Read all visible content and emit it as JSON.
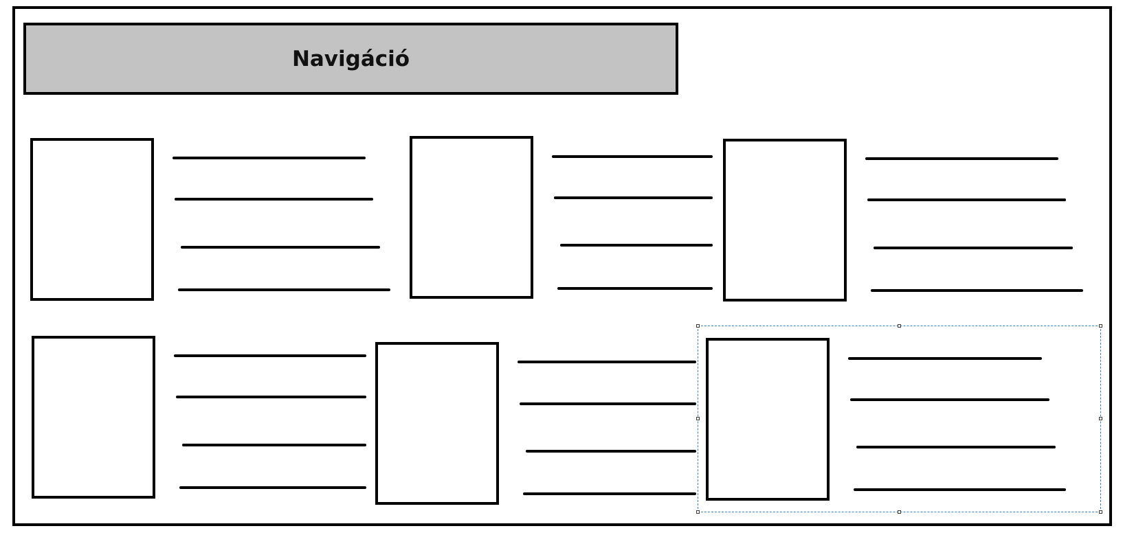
{
  "navigation": {
    "label": "Navigáció"
  },
  "cards": [
    {
      "id": "card-1"
    },
    {
      "id": "card-2"
    },
    {
      "id": "card-3"
    },
    {
      "id": "card-4"
    },
    {
      "id": "card-5"
    },
    {
      "id": "card-6",
      "selected": true
    }
  ],
  "colors": {
    "border": "#000000",
    "nav_fill": "#c3c3c3",
    "selection": "#3c7fc4"
  }
}
